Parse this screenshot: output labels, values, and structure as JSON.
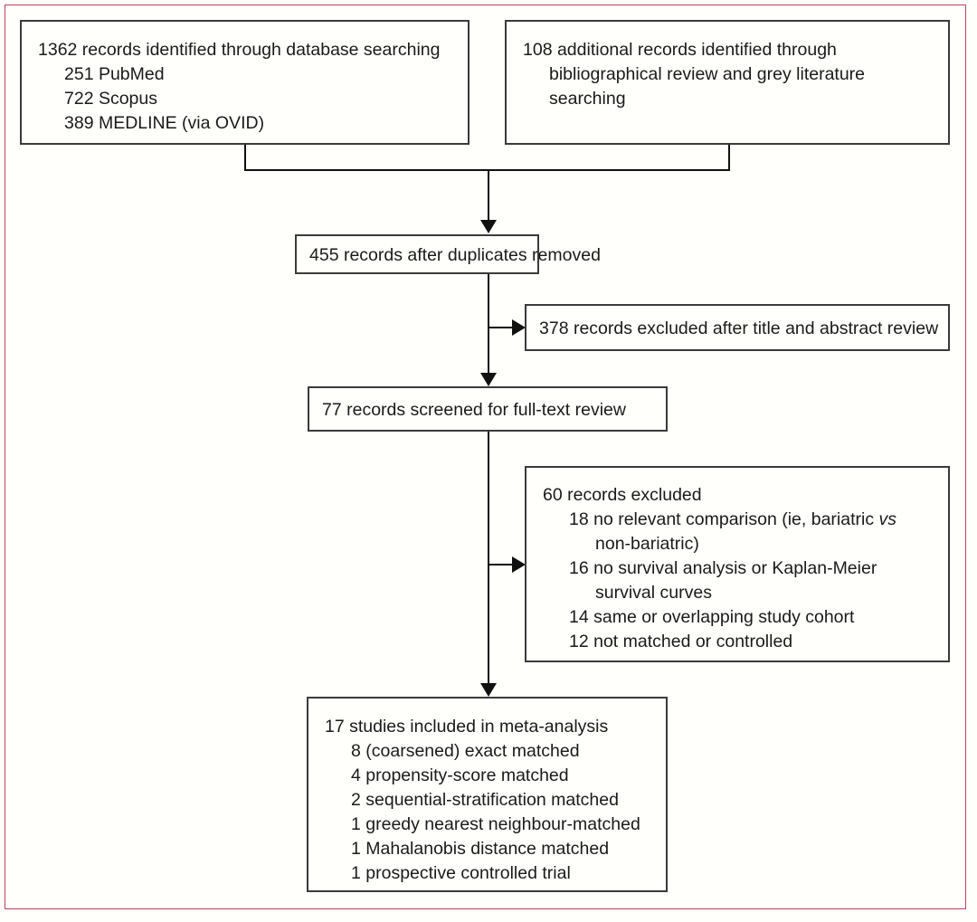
{
  "diagram": {
    "type": "prisma-flow-diagram",
    "frame_color": "#c04060",
    "box_border_color": "#3a3a3a",
    "connector_color": "#111111",
    "background_color": "#fffffc"
  },
  "nodes": {
    "identified_database": {
      "id": "identified-database",
      "lines": [
        {
          "text": "1362 records identified through database searching",
          "indent": 0
        },
        {
          "text": "251 PubMed",
          "indent": 1
        },
        {
          "text": "722 Scopus",
          "indent": 1
        },
        {
          "text": "389 MEDLINE (via OVID)",
          "indent": 1
        }
      ],
      "counts": {
        "total": 1362,
        "pubmed": 251,
        "scopus": 722,
        "medline_ovid": 389
      }
    },
    "identified_additional": {
      "id": "identified-additional",
      "lines": [
        {
          "text": "108 additional records identified through",
          "indent": 0
        },
        {
          "text": "bibliographical review and grey literature",
          "indent": 1
        },
        {
          "text": "searching",
          "indent": 1
        }
      ],
      "counts": {
        "total": 108
      }
    },
    "after_duplicates": {
      "id": "after-duplicates",
      "lines": [
        {
          "text": "455 records after duplicates removed",
          "indent": 0
        }
      ],
      "counts": {
        "total": 455
      }
    },
    "excluded_title_abstract": {
      "id": "excluded-title-abstract",
      "lines": [
        {
          "text": "378 records excluded after title and abstract review",
          "indent": 0
        }
      ],
      "counts": {
        "total": 378
      }
    },
    "screened_fulltext": {
      "id": "screened-fulltext",
      "lines": [
        {
          "text": "77 records screened for full-text review",
          "indent": 0
        }
      ],
      "counts": {
        "total": 77
      }
    },
    "excluded_fulltext": {
      "id": "excluded-fulltext",
      "lines": [
        {
          "text": "60 records excluded",
          "indent": 0
        },
        {
          "text": "18 no relevant comparison (ie, bariatric ",
          "indent": 1,
          "italic_tail": "vs",
          "after_italic": ""
        },
        {
          "text": "non-bariatric)",
          "indent": 2
        },
        {
          "text": "16 no survival analysis or Kaplan-Meier",
          "indent": 1
        },
        {
          "text": "survival curves",
          "indent": 2
        },
        {
          "text": "14 same or overlapping study cohort",
          "indent": 1
        },
        {
          "text": "12 not matched or controlled",
          "indent": 1
        }
      ],
      "counts": {
        "total": 60,
        "no_relevant_comparison": 18,
        "no_survival_analysis": 16,
        "same_or_overlapping_cohort": 14,
        "not_matched_or_controlled": 12
      }
    },
    "included_meta_analysis": {
      "id": "included-meta-analysis",
      "lines": [
        {
          "text": "17 studies included in meta-analysis",
          "indent": 0
        },
        {
          "text": "8 (coarsened) exact matched",
          "indent": 1
        },
        {
          "text": "4 propensity-score matched",
          "indent": 1
        },
        {
          "text": "2 sequential-stratification matched",
          "indent": 1
        },
        {
          "text": "1 greedy nearest neighbour-matched",
          "indent": 1
        },
        {
          "text": "1 Mahalanobis distance matched",
          "indent": 1
        },
        {
          "text": "1 prospective controlled trial",
          "indent": 1
        }
      ],
      "counts": {
        "total": 17,
        "coarsened_exact_matched": 8,
        "propensity_score_matched": 4,
        "sequential_stratification_matched": 2,
        "greedy_nearest_neighbour_matched": 1,
        "mahalanobis_distance_matched": 1,
        "prospective_controlled_trial": 1
      }
    }
  }
}
